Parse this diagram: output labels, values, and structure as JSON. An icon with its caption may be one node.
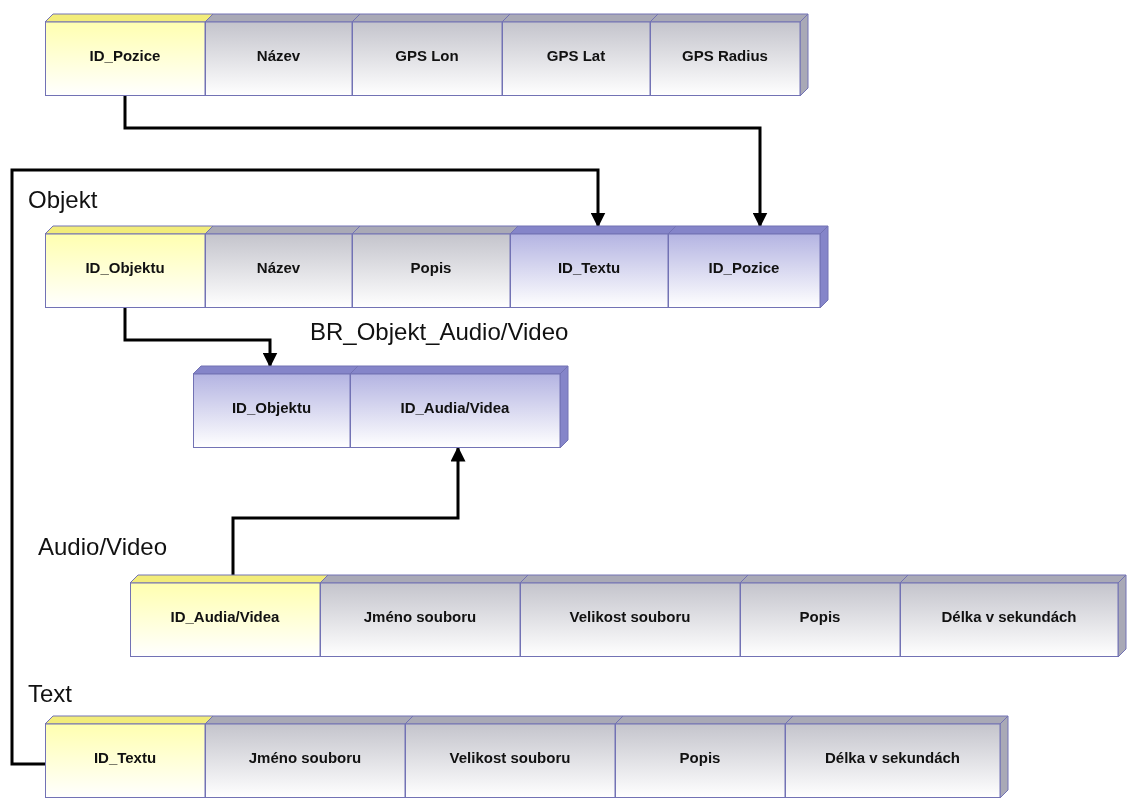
{
  "diagram": {
    "nodes": [
      {
        "text": [
          "ID_Pozice"
        ]
      },
      {
        "text": [
          "Název"
        ]
      },
      {
        "text": [
          "GPS Lon"
        ]
      },
      {
        "text": [
          "GPS Lat"
        ]
      },
      {
        "text": [
          "GPS Radius"
        ]
      },
      {
        "text": [
          "ID_Objektu"
        ]
      },
      {
        "text": [
          "Název"
        ]
      },
      {
        "text": [
          "Popis"
        ]
      },
      {
        "text": [
          "ID_Textu"
        ]
      },
      {
        "text": [
          "ID_Pozice"
        ]
      },
      {
        "text": [
          "ID_Objektu"
        ]
      },
      {
        "text": [
          "ID_Audia/Videa"
        ]
      },
      {
        "text": [
          "ID_Audia/Videa"
        ]
      },
      {
        "text": [
          "Jméno souboru"
        ]
      },
      {
        "text": [
          "Velikost souboru"
        ]
      },
      {
        "text": [
          "Popis"
        ]
      },
      {
        "text": [
          "Délka v sekundách"
        ]
      },
      {
        "text": [
          "ID_Textu"
        ]
      },
      {
        "text": [
          "Jméno souboru"
        ]
      },
      {
        "text": [
          "Velikost souboru"
        ]
      },
      {
        "text": [
          "Popis"
        ]
      },
      {
        "text": [
          "Délka v sekundách"
        ]
      }
    ],
    "edges": [
      {
        "from": 0,
        "to": 9,
        "arrow": "to"
      },
      {
        "from": 17,
        "to": 8,
        "arrow": "to"
      },
      {
        "from": 5,
        "to": 10,
        "arrow": "to"
      },
      {
        "from": 12,
        "to": 11,
        "arrow": "to"
      }
    ],
    "labels": [
      "Objekt",
      "BR_Objekt_Audio/Video",
      "Audio/Video",
      "Text"
    ]
  }
}
